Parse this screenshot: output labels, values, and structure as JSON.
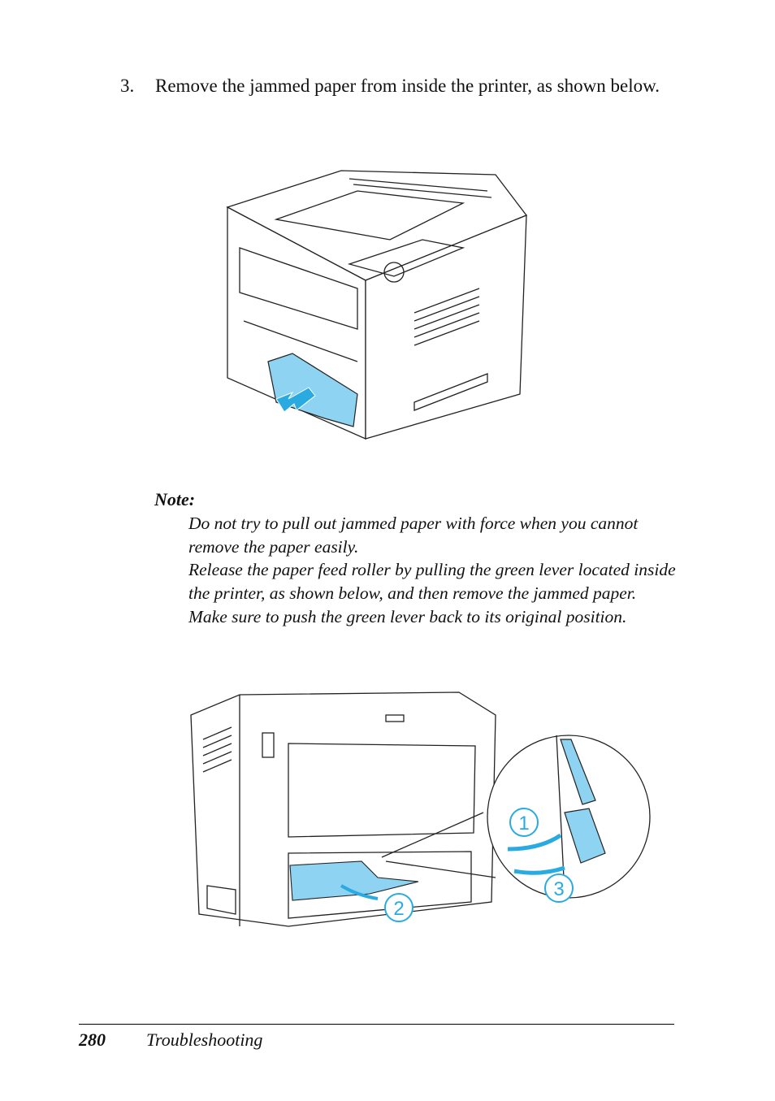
{
  "step": {
    "number": "3.",
    "text": "Remove the jammed paper from inside the printer, as shown below."
  },
  "note": {
    "title": "Note:",
    "paragraphs": [
      "Do not try to pull out jammed paper with force when you cannot remove the paper easily.",
      "Release the paper feed roller by pulling the green lever located inside the printer, as shown below, and then remove the jammed paper. Make sure to push the green lever back to its original position."
    ]
  },
  "figure2": {
    "callouts": [
      "1",
      "2",
      "3"
    ]
  },
  "colors": {
    "paper_highlight": "#8fd3f2",
    "arrow": "#29abe2",
    "line": "#222222"
  },
  "footer": {
    "page_number": "280",
    "section": "Troubleshooting"
  }
}
